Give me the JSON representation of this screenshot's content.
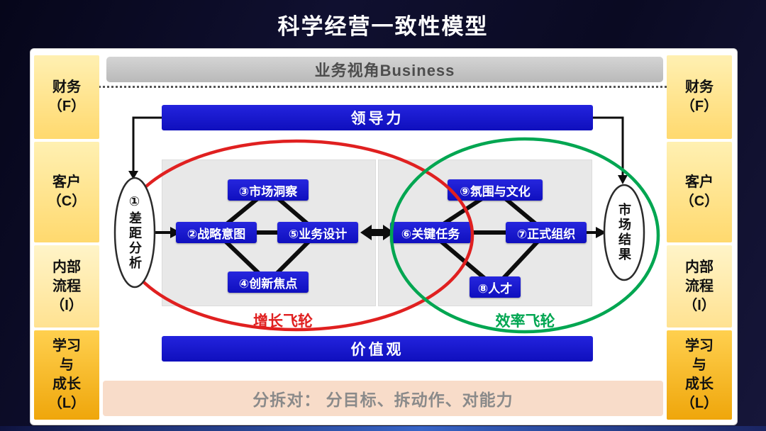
{
  "title": "科学经营一致性模型",
  "business_view_bar": "业务视角Business",
  "leadership_bar": "领导力",
  "values_bar": "价值观",
  "side_labels": [
    {
      "text": "财务\n（F）"
    },
    {
      "text": "客户\n（C）"
    },
    {
      "text": "内部\n流程\n（I）"
    },
    {
      "text": "学习\n与\n成长\n（L）"
    }
  ],
  "gap_oval": "①差距分析",
  "result_oval": "市场结果",
  "nodes": {
    "strategy_intent": "②战略意图",
    "market_insight": "③市场洞察",
    "innovation_focus": "④创新焦点",
    "business_design": "⑤业务设计",
    "key_tasks": "⑥关键任务",
    "formal_org": "⑦正式组织",
    "talent": "⑧人才",
    "culture": "⑨氛围与文化"
  },
  "flywheels": {
    "growth": "增长飞轮",
    "efficiency": "效率飞轮"
  },
  "bottom_note": "分拆对： 分目标、拆动作、对能力",
  "colors": {
    "blue": "#1414cd",
    "red": "#e02020",
    "green": "#00a651",
    "gold": "#efa60b",
    "light_gold": "#ffd96e",
    "peach": "#f8dcc9",
    "background_navy": "#0a0a22"
  }
}
